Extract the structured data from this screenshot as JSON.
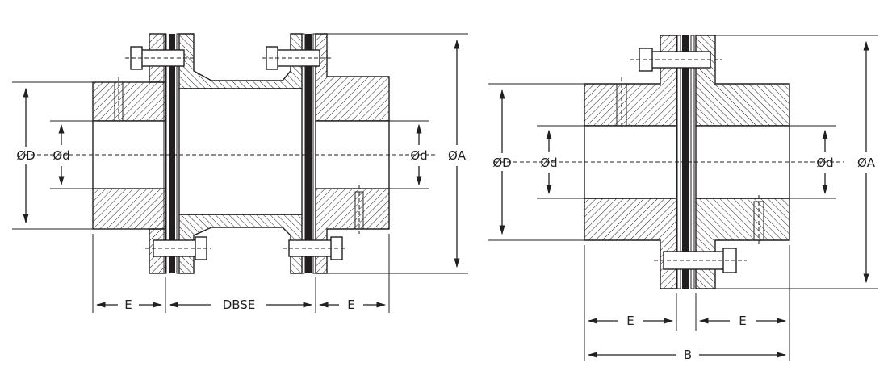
{
  "drawing_a": {
    "title": "",
    "labels": {
      "hub_od": "ØD",
      "bore_left": "Ød",
      "bore_right": "Ød",
      "flange_od": "ØA",
      "hub_length_left": "E",
      "spacer": "DBSE",
      "hub_length_right": "E"
    }
  },
  "drawing_b": {
    "title": "",
    "labels": {
      "hub_od": "ØD",
      "bore_left": "Ød",
      "bore_right": "Ød",
      "flange_od": "ØA",
      "hub_length_left": "E",
      "hub_length_right": "E",
      "overall_length": "B"
    }
  },
  "colors": {
    "ink": "#231f20",
    "disc_pack": "#231f20",
    "background": "#ffffff"
  }
}
